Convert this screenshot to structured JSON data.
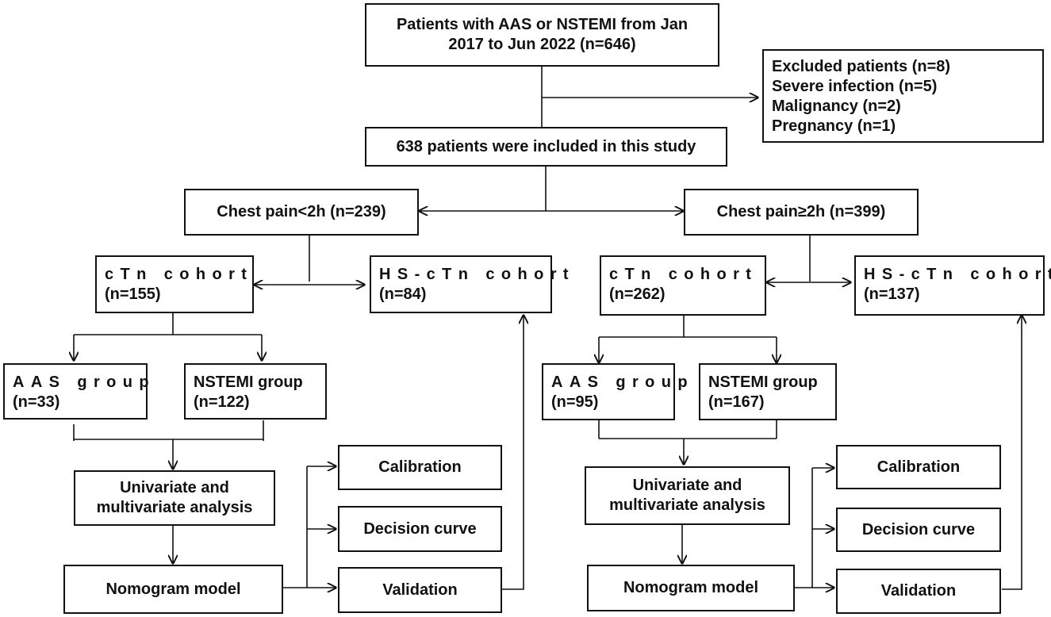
{
  "boxes": {
    "source": [
      "Patients with AAS or NSTEMI from Jan",
      "2017 to Jun 2022 (n=646)"
    ],
    "excluded": [
      "Excluded patients (n=8)",
      "Severe infection (n=5)",
      "Malignancy (n=2)",
      "Pregnancy (n=1)"
    ],
    "included": "638 patients were included in this study",
    "lt2h": "Chest pain<2h (n=239)",
    "ge2h": "Chest pain≥2h (n=399)",
    "left_ctn": [
      "cTn cohort",
      "(n=155)"
    ],
    "left_hs": [
      "HS-cTn cohort",
      "(n=84)"
    ],
    "right_ctn": [
      "cTn cohort",
      "(n=262)"
    ],
    "right_hs": [
      "HS-cTn cohort",
      "(n=137)"
    ],
    "left_aas": [
      "AAS group",
      "(n=33)"
    ],
    "left_nstemi": [
      "NSTEMI group",
      "(n=122)"
    ],
    "right_aas": [
      "AAS group",
      "(n=95)"
    ],
    "right_nstemi": [
      "NSTEMI group",
      "(n=167)"
    ],
    "analysis": [
      "Univariate and",
      "multivariate analysis"
    ],
    "nomogram": "Nomogram model",
    "calibration": "Calibration",
    "decision": "Decision curve",
    "validation": "Validation"
  },
  "colors": {
    "stroke": "#111111",
    "background": "#ffffff"
  }
}
